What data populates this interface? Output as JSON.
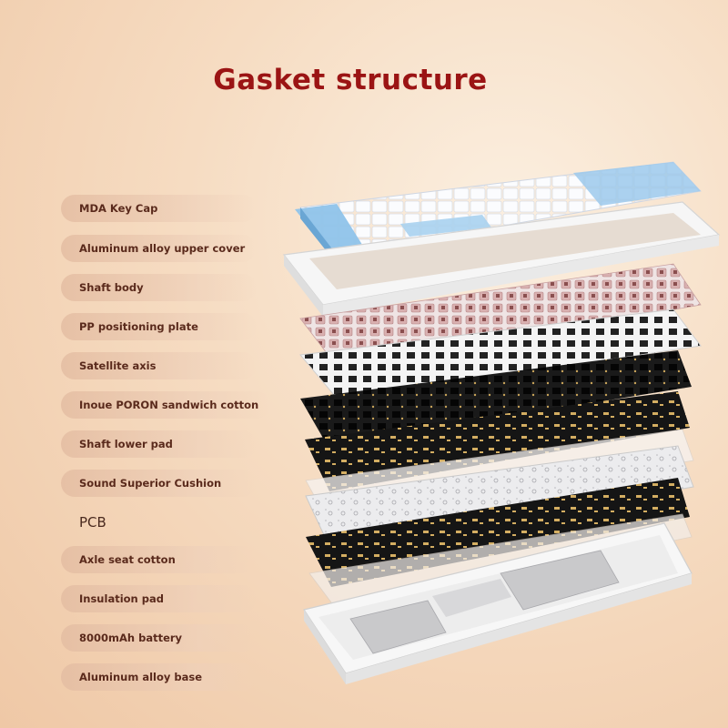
{
  "title": "Gasket structure",
  "layers": [
    {
      "label": "MDA Key Cap"
    },
    {
      "label": "Aluminum alloy upper cover"
    },
    {
      "label": "Shaft body"
    },
    {
      "label": "PP positioning plate"
    },
    {
      "label": "Satellite axis"
    },
    {
      "label": "Inoue PORON sandwich cotton"
    },
    {
      "label": "Shaft lower pad"
    },
    {
      "label": "Sound Superior Cushion"
    },
    {
      "label": "PCB"
    },
    {
      "label": "Axle seat cotton"
    },
    {
      "label": "Insulation pad"
    },
    {
      "label": "8000mAh battery"
    },
    {
      "label": "Aluminum alloy base"
    }
  ],
  "colors": {
    "title": "#9b1414",
    "label_text": "#5a2a1c",
    "keycap_blue": "#8fc3ea",
    "keycap_white": "#f4f6fa",
    "frame_white": "#f2f2f2",
    "foam_black": "#1a1a1a",
    "pcb_white": "#e9e9eb",
    "gold": "#c9a45a",
    "switch_pink": "#d9b0b0",
    "base_white": "#f5f5f5",
    "battery_silver": "#c9c9cb"
  }
}
